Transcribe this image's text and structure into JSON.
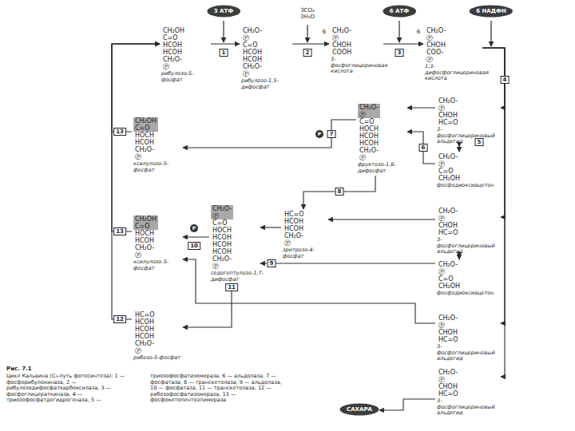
{
  "diagram": {
    "caption": "Цикл Кальвина (C₃-путь фотосинтеза): 1 — фосфорибулокиназа, 2 — рибулозодифосфаткарбоксилаза, 3 — фосфоглицераткиназа, 4 — триозофосфатдегидрогеназа, 5 — триозофосфатизомераза, 6 — альдолаза, 7 — фосфатаза, 8 — транскетолаза, 9 — альдолаза, 10 — фосфатаза, 11 — транскетолаза, 12 — рибозофосфатизомераза, 13 — фосфокетопентоэпимераза",
    "nodes": [
      {
        "text": [
          "3 АТФ"
        ]
      },
      {
        "text": [
          "6 АТФ"
        ]
      },
      {
        "text": [
          "6 НАДФН"
        ]
      },
      {
        "text": [
          "CH₂OH C=O HCOH HCOH CH₂O-Ⓟ",
          "рибулозо-5-фосфат"
        ]
      },
      {
        "text": [
          "CH₂O-Ⓟ C=O HCOH HCOH CH₂O-Ⓟ",
          "рибулозо-1,5-дифосфат"
        ]
      },
      {
        "text": [
          "CH₂O-Ⓟ CHOH COOH",
          "3-фосфоглицериновая кислота"
        ]
      },
      {
        "text": [
          "CH₂O-Ⓟ CHOH COO-Ⓟ",
          "1,3-дифосфоглицериновая кислота"
        ]
      },
      {
        "text": [
          "CH₂O-Ⓟ CHOH HC=O",
          "3-фосфоглицериновый альдегид"
        ]
      },
      {
        "text": [
          "CH₂O-Ⓟ C=O CH₂OH",
          "фосфодиоксиацетон"
        ]
      },
      {
        "text": [
          "CH₂O-Ⓟ C=O HOCH HCOH HCOH CH₂O-Ⓟ",
          "фруктозо-1,6-дифосфат"
        ]
      },
      {
        "text": [
          "CH₂OH C=O HOCH HCOH CH₂O-Ⓟ",
          "ксилулозо-5-фосфат"
        ]
      },
      {
        "text": [
          "CH₂O-Ⓟ CHOH HC=O",
          "3-фосфоглицериновый альдегид"
        ]
      },
      {
        "text": [
          "CH₂O-Ⓟ C=O CH₂OH",
          "фосфодиоксиацетон"
        ]
      },
      {
        "text": [
          "HC=O HCOH HCOH CH₂O-Ⓟ",
          "эритрозо-4-фосфат"
        ]
      },
      {
        "text": [
          "CH₂O-Ⓟ C=O HOCH HCOH HCOH HCOH CH₂O-Ⓟ",
          "седогептулозо-1,7-дифосфат"
        ]
      },
      {
        "text": [
          "CH₂OH C=O HOCH HCOH CH₂O-Ⓟ",
          "ксилулозо-5-фосфат"
        ]
      },
      {
        "text": [
          "CH₂O-Ⓟ CHOH HC=O",
          "3-фосфоглицериновый альдегид"
        ]
      },
      {
        "text": [
          "HC=O HCOH HCOH HCOH CH₂O-Ⓟ",
          "рибозо-5-фосфат"
        ]
      },
      {
        "text": [
          "CH₂O-Ⓟ CHOH HC=O",
          "3-фосфоглицериновый альдегид"
        ]
      },
      {
        "text": [
          "САХАРА"
        ]
      }
    ],
    "edges": [
      {
        "from": 3,
        "to": 4,
        "arrow": "to",
        "label": "1"
      },
      {
        "from": 4,
        "to": 5,
        "arrow": "to",
        "label": "2"
      },
      {
        "from": 5,
        "to": 6,
        "arrow": "to",
        "label": "3"
      },
      {
        "from": 6,
        "to": 7,
        "arrow": "to",
        "label": "4"
      },
      {
        "from": 6,
        "to": 11,
        "arrow": "to"
      },
      {
        "from": 6,
        "to": 16,
        "arrow": "to"
      },
      {
        "from": 6,
        "to": 18,
        "arrow": "to"
      },
      {
        "from": 7,
        "to": 8,
        "arrow": "both",
        "label": "5"
      },
      {
        "from": 7,
        "to": 9,
        "arrow": "to"
      },
      {
        "from": 8,
        "to": 9,
        "arrow": "to",
        "label": "6"
      },
      {
        "from": 9,
        "to": 10,
        "arrow": "to",
        "label": "7"
      },
      {
        "from": 9,
        "to": 13,
        "arrow": "to",
        "label": "8"
      },
      {
        "from": 11,
        "to": 13,
        "arrow": "to"
      },
      {
        "from": 11,
        "to": 12,
        "arrow": "both"
      },
      {
        "from": 12,
        "to": 14,
        "arrow": "to",
        "label": "9"
      },
      {
        "from": 13,
        "to": 14,
        "arrow": "to"
      },
      {
        "from": 14,
        "to": 15,
        "arrow": "to",
        "label": "10"
      },
      {
        "from": 14,
        "to": 17,
        "arrow": "to",
        "label": "11"
      },
      {
        "from": 16,
        "to": 15,
        "arrow": "to"
      },
      {
        "from": 10,
        "to": 3,
        "arrow": "to",
        "label": "13"
      },
      {
        "from": 15,
        "to": 3,
        "arrow": "to",
        "label": "13"
      },
      {
        "from": 17,
        "to": 3,
        "arrow": "to",
        "label": "12"
      },
      {
        "from": 18,
        "to": 19,
        "arrow": "to"
      }
    ],
    "labels": [
      "3CO₂ 3H₂O",
      "6",
      "6",
      "P",
      "P",
      "Рис. 7.1"
    ]
  }
}
